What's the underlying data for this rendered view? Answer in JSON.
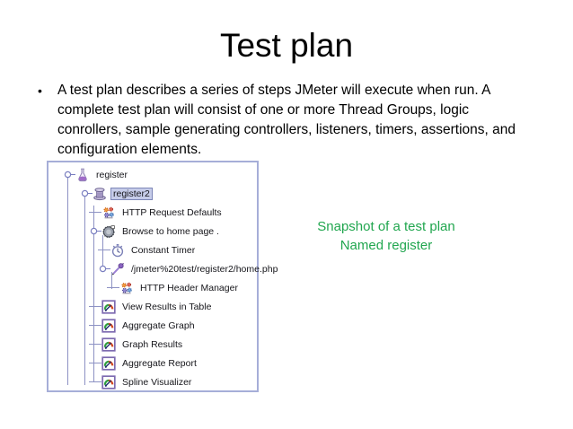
{
  "slide": {
    "title": "Test plan",
    "bullet": {
      "marker": "•",
      "lines": [
        "A test plan describes a series of steps JMeter will execute when run. A",
        "complete test plan will consist of one or more Thread Groups, logic",
        "conrollers, sample generating controllers, listeners, timers, assertions, and",
        "configuration elements."
      ]
    },
    "annotation": {
      "lines": [
        "Snapshot of a test plan",
        "Named register"
      ],
      "color": "#21A64F"
    }
  },
  "jmeter_tree": {
    "rows": [
      {
        "label": "register",
        "level": 0,
        "icon": "test-plan-flask-icon",
        "handle": true,
        "selected": false
      },
      {
        "label": "register2",
        "level": 1,
        "icon": "thread-group-spool-icon",
        "handle": true,
        "selected": true
      },
      {
        "label": "HTTP Request Defaults",
        "level": 2,
        "icon": "config-gears-icon",
        "handle": false,
        "selected": false
      },
      {
        "label": "Browse to home page .",
        "level": 2,
        "icon": "controller-wheel-icon",
        "handle": true,
        "selected": false
      },
      {
        "label": "Constant Timer",
        "level": 3,
        "icon": "stopwatch-icon",
        "handle": false,
        "selected": false
      },
      {
        "label": "/jmeter%20test/register2/home.php",
        "level": 3,
        "icon": "http-sampler-dropper-icon",
        "handle": true,
        "selected": false
      },
      {
        "label": "HTTP Header Manager",
        "level": 4,
        "icon": "config-gears-icon",
        "handle": false,
        "selected": false
      },
      {
        "label": "View Results in Table",
        "level": 2,
        "icon": "listener-gauge-icon",
        "handle": false,
        "selected": false
      },
      {
        "label": "Aggregate Graph",
        "level": 2,
        "icon": "listener-gauge-icon",
        "handle": false,
        "selected": false
      },
      {
        "label": "Graph Results",
        "level": 2,
        "icon": "listener-gauge-icon",
        "handle": false,
        "selected": false
      },
      {
        "label": "Aggregate Report",
        "level": 2,
        "icon": "listener-gauge-icon",
        "handle": false,
        "selected": false
      },
      {
        "label": "Spline Visualizer",
        "level": 2,
        "icon": "listener-gauge-icon",
        "handle": false,
        "selected": false
      }
    ],
    "colors": {
      "line": "#8d92c4",
      "selection_bg": "#c6cce9",
      "selection_border": "#7d86b8",
      "box_border": "#a6aed8"
    }
  }
}
